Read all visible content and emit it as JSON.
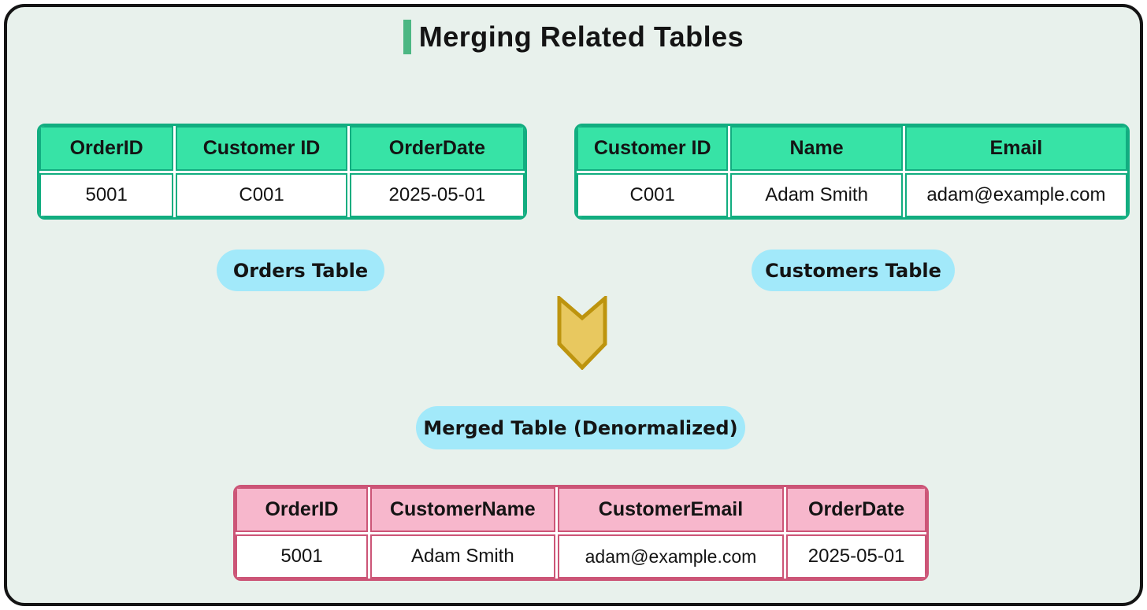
{
  "page": {
    "title": "Merging Related Tables"
  },
  "colors": {
    "background": "#e8f1ec",
    "frame_border": "#141414",
    "title_accent": "#4cb783",
    "green_table_border": "#12ad80",
    "green_table_header": "#37e3a6",
    "pink_table_border": "#cc5577",
    "pink_table_header": "#f7b7cc",
    "label_pill": "#a2e9fa",
    "arrow_fill": "#e8c85f",
    "arrow_stroke": "#bd940e"
  },
  "orders_table": {
    "label": "Orders Table",
    "headers": [
      "OrderID",
      "Customer ID",
      "OrderDate"
    ],
    "row": [
      "5001",
      "C001",
      "2025-05-01"
    ]
  },
  "customers_table": {
    "label": "Customers Table",
    "headers": [
      "Customer ID",
      "Name",
      "Email"
    ],
    "row": [
      "C001",
      "Adam Smith",
      "adam@example.com"
    ]
  },
  "merged_table": {
    "label": "Merged Table (Denormalized)",
    "headers": [
      "OrderID",
      "CustomerName",
      "CustomerEmail",
      "OrderDate"
    ],
    "row": [
      "5001",
      "Adam Smith",
      "adam@example.com",
      "2025-05-01"
    ]
  }
}
